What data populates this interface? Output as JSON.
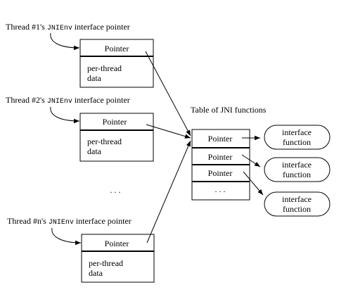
{
  "threads": [
    {
      "prefix": "Thread #1's ",
      "code": "JNIEnv",
      "suffix": " interface pointer",
      "pointer": "Pointer",
      "data_line1": "per-thread",
      "data_line2": "data"
    },
    {
      "prefix": "Thread #2's ",
      "code": "JNIEnv",
      "suffix": " interface pointer",
      "pointer": "Pointer",
      "data_line1": "per-thread",
      "data_line2": "data"
    },
    {
      "prefix": "Thread #n's ",
      "code": "JNIEnv",
      "suffix": " interface pointer",
      "pointer": "Pointer",
      "data_line1": "per-thread",
      "data_line2": "data"
    }
  ],
  "ellipsis": ". . .",
  "table": {
    "title": "Table of JNI functions",
    "rows": [
      "Pointer",
      "Pointer",
      "Pointer"
    ],
    "ellipsis": ". . ."
  },
  "functions": [
    {
      "line1": "interface",
      "line2": "function"
    },
    {
      "line1": "interface",
      "line2": "function"
    },
    {
      "line1": "interface",
      "line2": "function"
    }
  ]
}
